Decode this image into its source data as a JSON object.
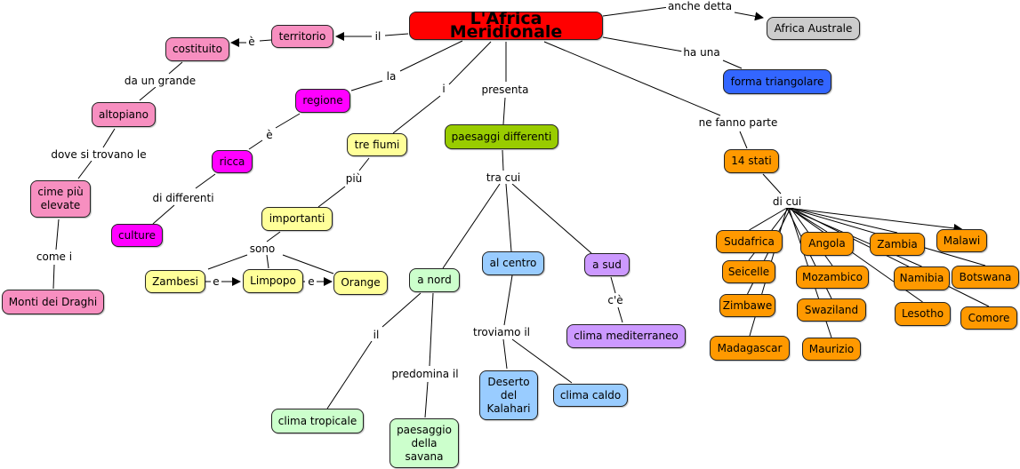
{
  "colors": {
    "red": "#ff0000",
    "pink": "#f78fc0",
    "magenta": "#ff00ff",
    "yellow": "#ffff99",
    "green": "#99cc00",
    "light_green": "#ccffcc",
    "light_blue": "#99ccff",
    "purple": "#cc99ff",
    "orange": "#ff9900",
    "grey": "#cccccc",
    "blue": "#3366ff"
  },
  "nodes": {
    "main": "L'Africa Meridionale",
    "africa_australe": "Africa Australe",
    "forma_triangolare": "forma triangolare",
    "territorio": "territorio",
    "costituito": "costituito",
    "altopiano": "altopiano",
    "cime": "cime più elevate",
    "monti": "Monti dei Draghi",
    "regione": "regione",
    "ricca": "ricca",
    "culture": "culture",
    "tre_fiumi": "tre fiumi",
    "importanti": "importanti",
    "zambesi": "Zambesi",
    "limpopo": "Limpopo",
    "orange": "Orange",
    "paesaggi": "paesaggi differenti",
    "a_nord": "a nord",
    "al_centro": "al centro",
    "a_sud": "a sud",
    "clima_mediterraneo": "clima mediterraneo",
    "clima_tropicale": "clima tropicale",
    "savana": "paesaggio della savana",
    "kalahari": "Deserto del Kalahari",
    "clima_caldo": "clima caldo",
    "stati": "14 stati",
    "countries": [
      "Sudafrica",
      "Angola",
      "Zambia",
      "Malawi",
      "Seicelle",
      "Mozambico",
      "Namibia",
      "Botswana",
      "Zimbawe",
      "Swaziland",
      "Lesotho",
      "Comore",
      "Madagascar",
      "Maurizio"
    ]
  },
  "links": {
    "anche_detta": "anche detta",
    "ha_una": "ha una",
    "il_territorio": "il",
    "e_costituito": "è",
    "da_un_grande": "da un grande",
    "dove_si_trovano": "dove si trovano le",
    "come_i": "come i",
    "la": "la",
    "e_ricca": "è",
    "di_differenti": "di differenti",
    "i": "i",
    "piu": "più",
    "sono": "sono",
    "e1": "e",
    "e2": "e",
    "presenta": "presenta",
    "tra_cui": "tra cui",
    "il_clima": "il",
    "predomina_il": "predomina il",
    "troviamo_il": "troviamo il",
    "c_e": "c'è",
    "ne_fanno_parte": "ne fanno parte",
    "di_cui": "di cui"
  }
}
